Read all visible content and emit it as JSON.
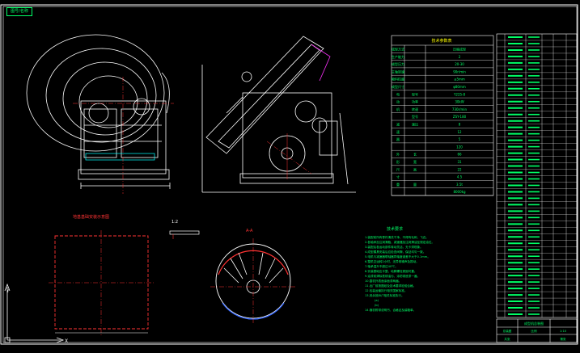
{
  "colors": {
    "background": "#000000",
    "drawing": "#ffffff",
    "table_lines": "#ffffff",
    "table_text": "#00ff66",
    "table_header": "#ffff00",
    "dimension": "#ff3333",
    "centerline": "#ff3333",
    "notes_text": "#00ff66",
    "hatch": "#00ffff",
    "axis": "#ffffff",
    "accent_blue": "#3366ff",
    "highlight_magenta": "#ff33ff"
  },
  "title_tag": {
    "label": "图号/名称"
  },
  "ucs": {
    "x_label": "X",
    "y_label": "Y"
  },
  "tech_table": {
    "title": "技术参数表",
    "rows": [
      {
        "col1": "成型方式",
        "col2": "",
        "col3": "压缩成型"
      },
      {
        "col1": "生产能力",
        "col2": "",
        "col3": "2"
      },
      {
        "col1": "成型压力",
        "col2": "",
        "col3": "20-30"
      },
      {
        "col1": "主轴转速",
        "col2": "",
        "col3": "90r/min"
      },
      {
        "col1": "物料粒度",
        "col2": "",
        "col3": "≤5mm"
      },
      {
        "col1": "成型尺寸",
        "col2": "",
        "col3": "φ80mm"
      },
      {
        "col1": "电",
        "col2": "型号",
        "col3": "Y225-8"
      },
      {
        "col1": "动",
        "col2": "功率",
        "col3": "30kW"
      },
      {
        "col1": "机",
        "col2": "转速",
        "col3": "730r/min"
      },
      {
        "col1": "",
        "col2": "型号",
        "col3": "ZSY-180"
      },
      {
        "col1": "减",
        "col2": "速比",
        "col3": "8"
      },
      {
        "col1": "速",
        "col2": "",
        "col3": "12"
      },
      {
        "col1": "器",
        "col2": "",
        "col3": "5"
      },
      {
        "col1": "",
        "col2": "",
        "col3": "120"
      },
      {
        "col1": "外",
        "col2": "长",
        "col3": "66"
      },
      {
        "col1": "形",
        "col2": "宽",
        "col3": "31"
      },
      {
        "col1": "尺",
        "col2": "高",
        "col3": "22"
      },
      {
        "col1": "寸",
        "col2": "",
        "col3": "4.5"
      },
      {
        "col1": "重",
        "col2": "量",
        "col3": "3.5t"
      },
      {
        "col1": "",
        "col2": "",
        "col3": "8000kg"
      }
    ]
  },
  "labels": {
    "scale": "1:2",
    "foundation_title": "地基基础安装示意图",
    "section_title": "A-A",
    "notes_title": "技术要求"
  },
  "notes": [
    "1.装配前所有零件清洗干净，不得有毛刺、飞边。",
    "2.各轴承加注润滑脂，减速器加注润滑油至规定油位。",
    "3.装配后各运动部件转动灵活，无卡滞现象。",
    "4.成型模具安装后应检查间隙，保证均匀一致。",
    "5.电机与减速器联轴器同轴度误差不大于0.1mm。",
    "6.整机空运转2小时，无异常噪声及振动。",
    "7.轴承温升不超过40℃。",
    "8.安装基础应平整，地脚螺栓紧固可靠。",
    "9.油漆前清除铁锈油污，涂防锈底漆一遍。",
    "10.整机外表面涂面漆两遍。",
    "11.出厂前按图纸及技术要求检验合格。",
    "12.包装运输执行相关国家标准。",
    "13.其余按JB/T相关标准执行。",
    "(a)",
    "(b)",
    "14.随机附带说明书、合格证及装箱单。"
  ],
  "parts_list": {
    "row_count": 44
  },
  "title_block": {
    "drawing_name": "成型机总装图",
    "company": "",
    "cells": [
      "总装图",
      "比例",
      "1:10",
      "共张",
      "第张"
    ]
  }
}
